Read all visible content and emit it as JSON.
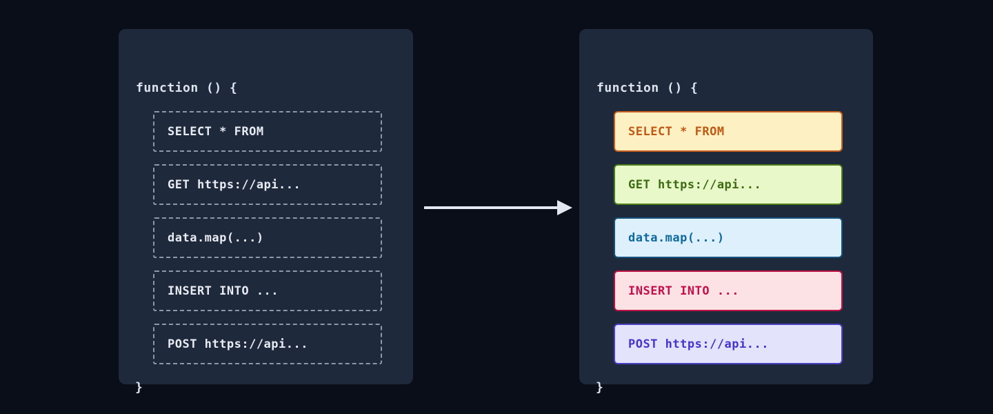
{
  "diagram": {
    "arrow_color": "#e2e8f0",
    "colors": {
      "page_background": "#0a0e18",
      "panel_background": "#1e293b",
      "code_text": "#e9edf3",
      "dashed_border": "#8e98a6"
    },
    "before": {
      "header": "function () {",
      "footer": "}",
      "items": [
        {
          "label": "SELECT * FROM"
        },
        {
          "label": "GET https://api..."
        },
        {
          "label": "data.map(...)"
        },
        {
          "label": "INSERT INTO ..."
        },
        {
          "label": "POST https://api..."
        }
      ]
    },
    "after": {
      "header": "function () {",
      "footer": "}",
      "items": [
        {
          "label": "SELECT * FROM",
          "style": "background:#fdf0c2;border-color:#c75f1e;color:#c05913"
        },
        {
          "label": "GET https://api...",
          "style": "background:#e9f8c9;border-color:#4c7d18;color:#3c6b12"
        },
        {
          "label": "data.map(...)",
          "style": "background:#def0fb;border-color:#16537c;color:#0e6a9e"
        },
        {
          "label": "INSERT INTO ...",
          "style": "background:#fde2e5;border-color:#bf1244;color:#c50f4b"
        },
        {
          "label": "POST https://api...",
          "style": "background:#e3e4fb;border-color:#4a41c4;color:#4534cd"
        }
      ]
    }
  }
}
